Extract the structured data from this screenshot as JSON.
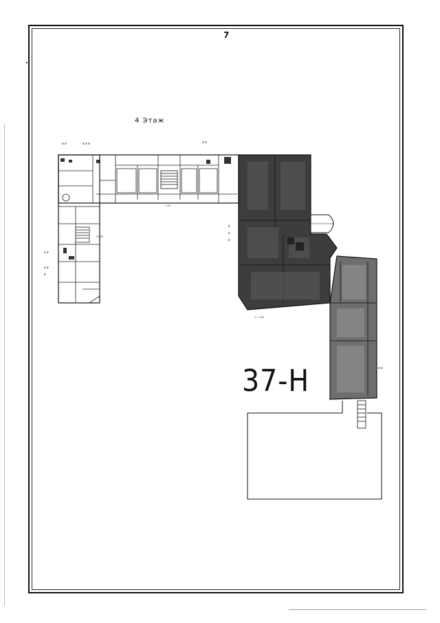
{
  "page": {
    "number": "7",
    "floor_title": "4 Этаж",
    "handwritten_label": "37-Н"
  },
  "plan": {
    "dark_fill": "#3d3d3d",
    "line_color": "#111111"
  }
}
